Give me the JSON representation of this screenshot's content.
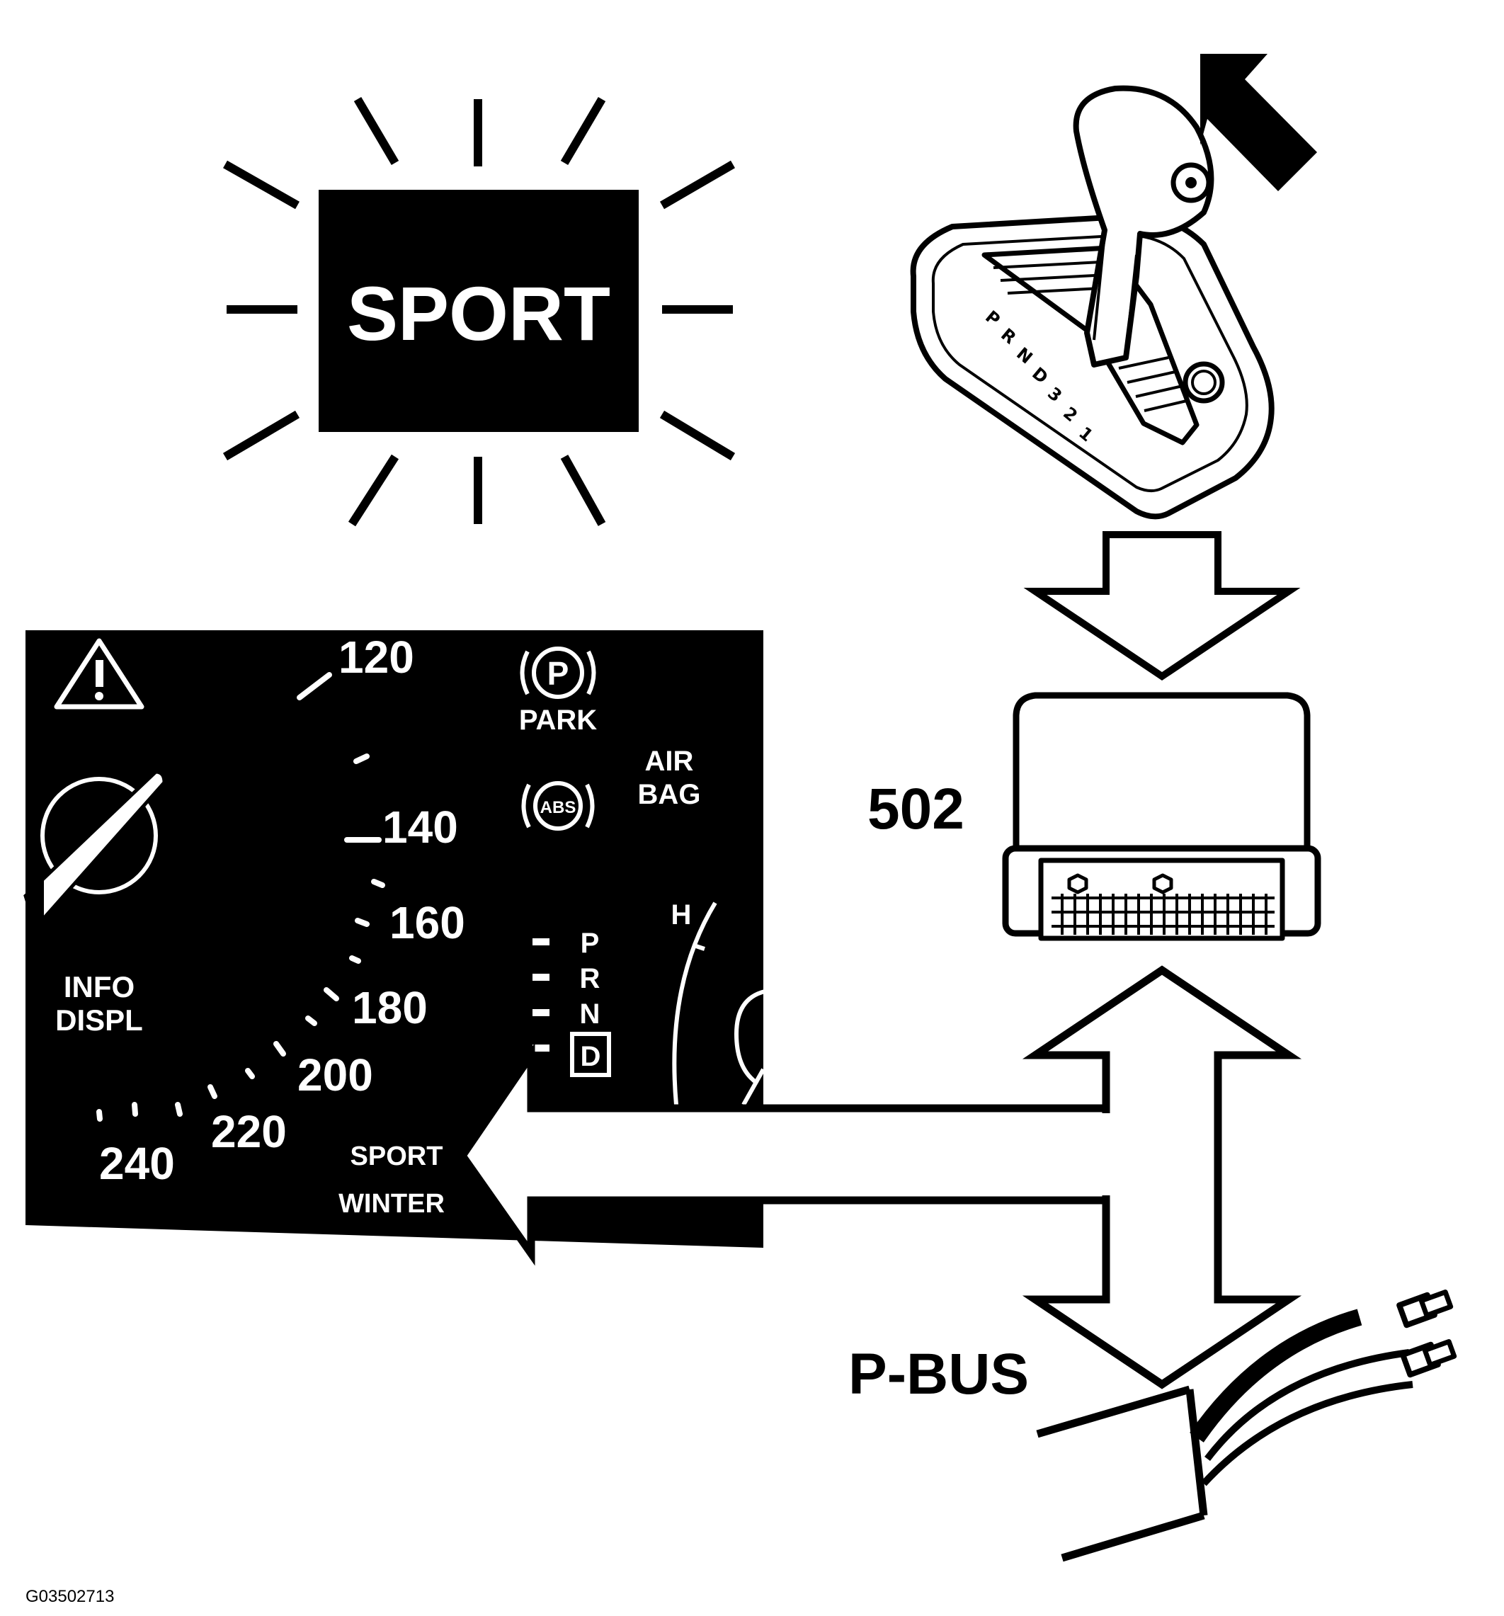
{
  "sport_lamp": {
    "label": "SPORT"
  },
  "module": {
    "label": "502"
  },
  "bus": {
    "label": "P-BUS"
  },
  "figure_id": "G03502713",
  "selector": {
    "gates": [
      "P",
      "R",
      "N",
      "D",
      "3",
      "2",
      "1"
    ]
  },
  "cluster": {
    "speed_marks": [
      "120",
      "140",
      "160",
      "180",
      "200",
      "220",
      "240"
    ],
    "park": "PARK",
    "park_symbol": "P",
    "abs_symbol": "ABS",
    "airbag_line1": "AIR",
    "airbag_line2": "BAG",
    "info_line1": "INFO",
    "info_line2": "DISPL",
    "gear_p": "P",
    "gear_r": "R",
    "gear_n": "N",
    "gear_d": "D",
    "sport": "SPORT",
    "winter": "WINTER",
    "temp_hot": "H"
  },
  "colors": {
    "ink": "#000000",
    "paper": "#ffffff"
  }
}
